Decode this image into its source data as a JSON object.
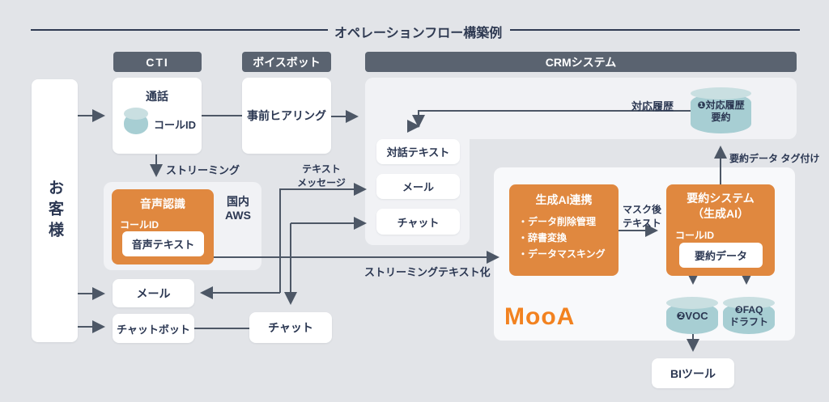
{
  "title": "オペレーションフロー構築例",
  "headers": {
    "cti": "CTI",
    "voicebot": "ボイスボット",
    "crm": "CRMシステム"
  },
  "customer": {
    "label": "お客様"
  },
  "nodes": {
    "call": {
      "title": "通話",
      "call_id": "コールID"
    },
    "hearing": {
      "label": "事前ヒアリング"
    },
    "speech": {
      "title": "音声認識",
      "call_id": "コールID",
      "inner": "音声テキスト"
    },
    "region": {
      "line1": "国内",
      "line2": "AWS"
    },
    "dialog_text": {
      "label": "対話テキスト"
    },
    "crm_mail": {
      "label": "メール"
    },
    "crm_chat": {
      "label": "チャット"
    },
    "mail": {
      "label": "メール"
    },
    "chatbot": {
      "label": "チャットボット"
    },
    "chat": {
      "label": "チャット"
    },
    "genai": {
      "title": "生成AI連携",
      "bullets": [
        "・データ削除管理",
        "・辞書変換",
        "・データマスキング"
      ]
    },
    "summary": {
      "title_line1": "要約システム",
      "title_line2": "（生成AI）",
      "call_id": "コールID",
      "inner": "要約データ"
    },
    "history_db": {
      "line1": "❶対応履歴",
      "line2": "要約"
    },
    "voc_db": {
      "label": "❷VOC"
    },
    "faq_db": {
      "line1": "❸FAQ",
      "line2": "ドラフト"
    },
    "bi": {
      "label": "BIツール"
    }
  },
  "labels": {
    "streaming": "ストリーミング",
    "text_message_l1": "テキスト",
    "text_message_l2": "メッセージ",
    "streaming_text": "ストリーミングテキスト化",
    "masked_l1": "マスク後",
    "masked_l2": "テキスト",
    "history": "対応履歴",
    "tagging": "要約データ タグ付け",
    "logo": "MooA"
  },
  "colors": {
    "accent_orange": "#e0883f",
    "logo_orange": "#f28220",
    "slate_header": "#5a6370",
    "cylinder_teal": "#a7ced3",
    "text_navy": "#2b3752",
    "wire_gray": "#4d5766"
  }
}
